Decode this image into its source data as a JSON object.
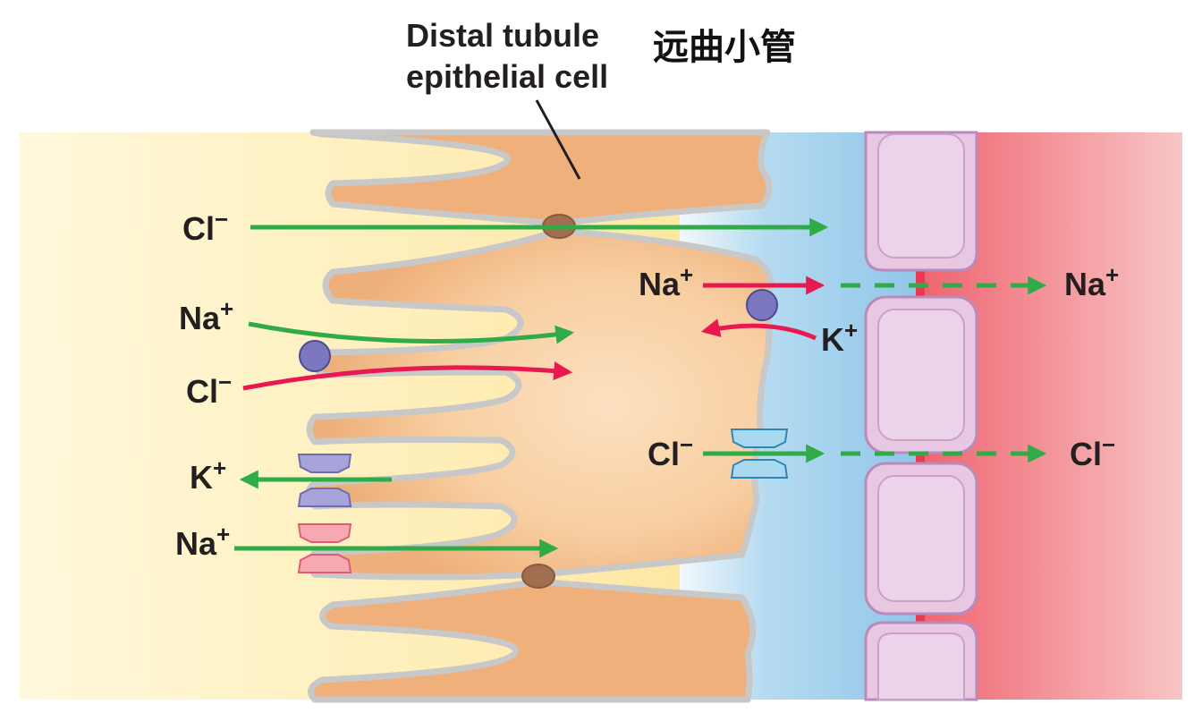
{
  "title": {
    "line1": "Distal tubule",
    "line2": "epithelial cell",
    "chinese": "远曲小管"
  },
  "labels": {
    "cl_top": "Cl",
    "cl_top_sign": "−",
    "na_left": "Na",
    "na_left_sign": "+",
    "cl_left": "Cl",
    "cl_left_sign": "−",
    "k_left": "K",
    "k_left_sign": "+",
    "na_bottom": "Na",
    "na_bottom_sign": "+",
    "na_basal": "Na",
    "na_basal_sign": "+",
    "k_basal": "K",
    "k_basal_sign": "+",
    "cl_basal": "Cl",
    "cl_basal_sign": "−",
    "na_blood": "Na",
    "na_blood_sign": "+",
    "cl_blood": "Cl",
    "cl_blood_sign": "−"
  },
  "colors": {
    "green_arrow": "#2fac47",
    "red_arrow": "#e8194f",
    "cell": "#f3b985",
    "membrane": "#c8c8c8",
    "lumen": "#fde9a8",
    "interstitium": "#a9d4ee",
    "blood": "#f0737c",
    "capillary_wall": "#e9c9e3",
    "transporter": "#7b78c0"
  }
}
